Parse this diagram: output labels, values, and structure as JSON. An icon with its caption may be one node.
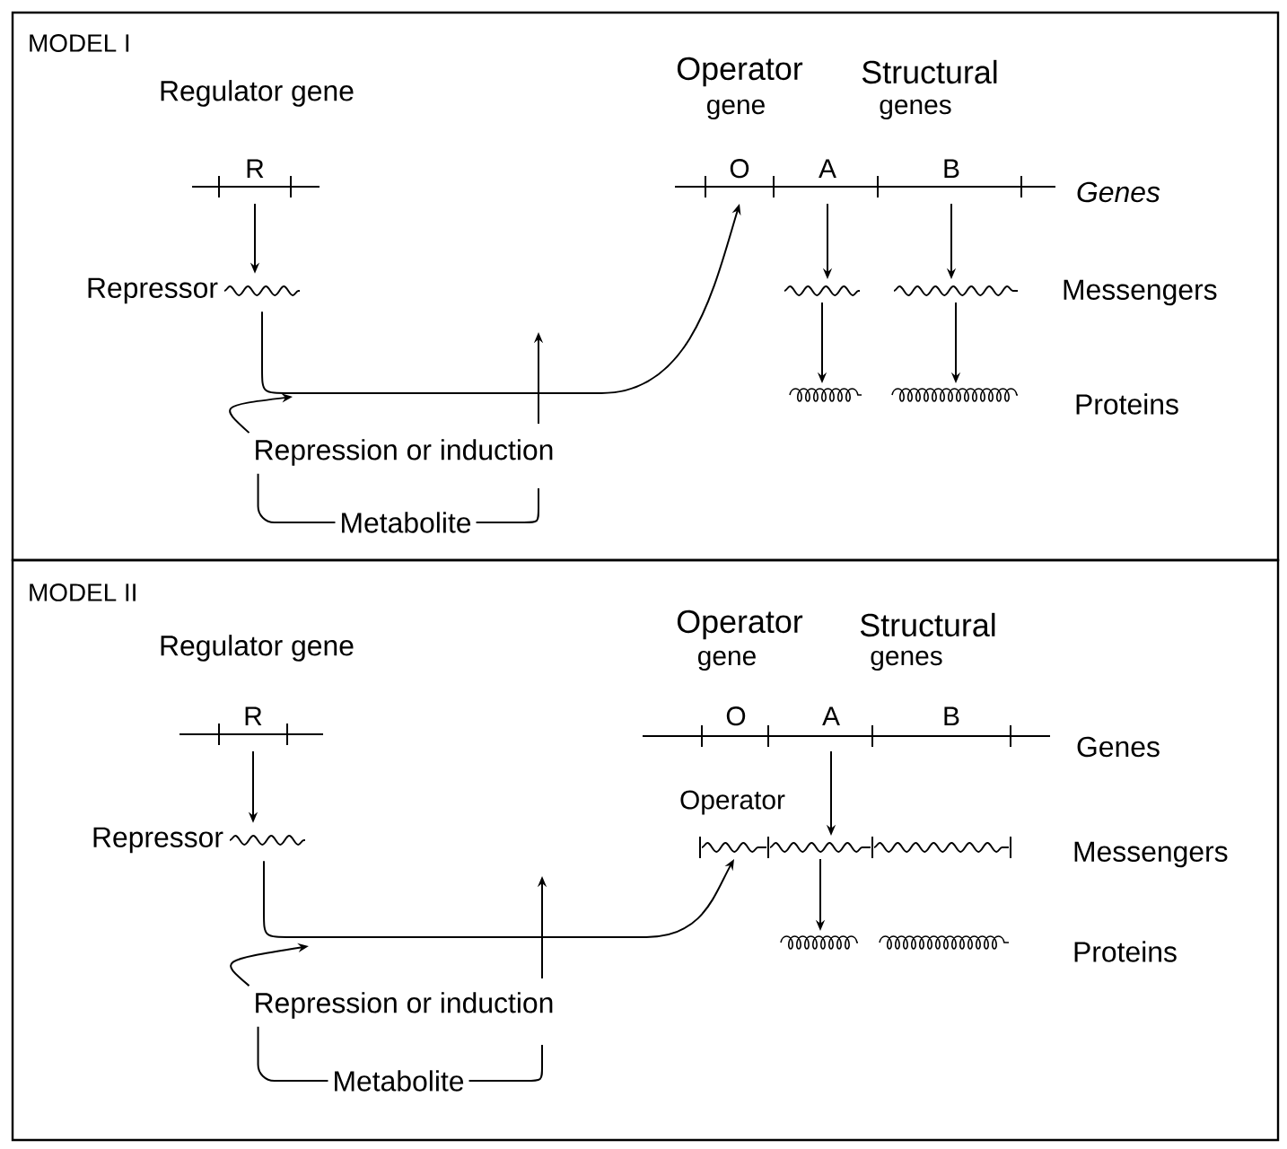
{
  "diagram": {
    "nodes": [
      {
        "text": [
          "MODEL I"
        ]
      },
      {
        "text": [
          "R"
        ],
        "in": 0
      },
      {
        "text": [
          "Repressor"
        ],
        "in": 0
      },
      {
        "text": [
          "O"
        ],
        "in": 0
      },
      {
        "text": [
          "A"
        ],
        "in": 0
      },
      {
        "text": [
          "B"
        ],
        "in": 0
      },
      {
        "text": [],
        "shape": "wave",
        "in": 0
      },
      {
        "text": [],
        "shape": "wave",
        "in": 0
      },
      {
        "text": [],
        "shape": "coil",
        "in": 0
      },
      {
        "text": [],
        "shape": "coil",
        "in": 0
      },
      {
        "text": [
          "Repression or induction"
        ],
        "in": 0
      },
      {
        "text": [
          "Metabolite"
        ],
        "in": 0
      },
      {
        "text": [
          "MODEL II"
        ]
      },
      {
        "text": [
          "R"
        ],
        "in": 12
      },
      {
        "text": [
          "Repressor"
        ],
        "in": 12
      },
      {
        "text": [
          "O"
        ],
        "in": 12
      },
      {
        "text": [
          "A"
        ],
        "in": 12
      },
      {
        "text": [
          "B"
        ],
        "in": 12
      },
      {
        "text": [],
        "shape": "wave",
        "in": 12
      },
      {
        "text": [],
        "shape": "wave",
        "in": 12
      },
      {
        "text": [],
        "shape": "wave",
        "in": 12
      },
      {
        "text": [],
        "shape": "coil",
        "in": 12
      },
      {
        "text": [],
        "shape": "coil",
        "in": 12
      },
      {
        "text": [
          "Repression or induction"
        ],
        "in": 12
      },
      {
        "text": [
          "Metabolite"
        ],
        "in": 12
      }
    ],
    "edges": [
      {
        "from": 1,
        "to": 2,
        "arrow": "to"
      },
      {
        "from": 2,
        "to": 3,
        "arrow": "to"
      },
      {
        "from": 4,
        "to": 6,
        "arrow": "to"
      },
      {
        "from": 5,
        "to": 7,
        "arrow": "to"
      },
      {
        "from": 6,
        "to": 8,
        "arrow": "to"
      },
      {
        "from": 7,
        "to": 9,
        "arrow": "to"
      },
      {
        "from": 10,
        "to": null,
        "arrow": "to"
      },
      {
        "from": 11,
        "to": null,
        "arrow": "to"
      },
      {
        "from": 10,
        "to": 11,
        "arrow": "none"
      },
      {
        "from": 13,
        "to": 14,
        "arrow": "to"
      },
      {
        "from": 14,
        "to": 18,
        "arrow": "to"
      },
      {
        "from": 16,
        "to": 19,
        "arrow": "to"
      },
      {
        "from": 19,
        "to": 21,
        "arrow": "to"
      },
      {
        "from": 23,
        "to": null,
        "arrow": "to"
      },
      {
        "from": 24,
        "to": null,
        "arrow": "to"
      },
      {
        "from": 23,
        "to": 24,
        "arrow": "none"
      }
    ],
    "labels": [
      "Regulator gene",
      "Operator",
      "Structural",
      "gene",
      "genes",
      "Genes",
      "Messengers",
      "Proteins",
      "Regulator gene",
      "Operator",
      "Structural",
      "gene",
      "genes",
      "Genes",
      "Operator",
      "Messengers",
      "Proteins"
    ]
  }
}
